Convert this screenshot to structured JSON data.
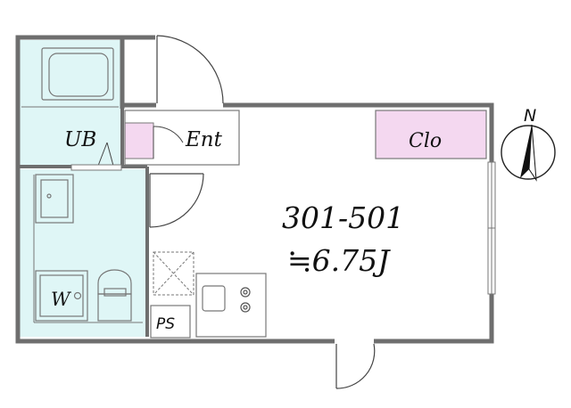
{
  "labels": {
    "unit_bath": "UB",
    "entrance": "Ent",
    "closet": "Clo",
    "room_number": "301-501",
    "room_size": "≒6.75J",
    "washer": "W",
    "pipe_space": "PS",
    "north": "N"
  },
  "colors": {
    "wall": "#6e6e6e",
    "wet_area": "#dff6f6",
    "entrance_closet": "#f4d8f0",
    "background": "#ffffff"
  }
}
